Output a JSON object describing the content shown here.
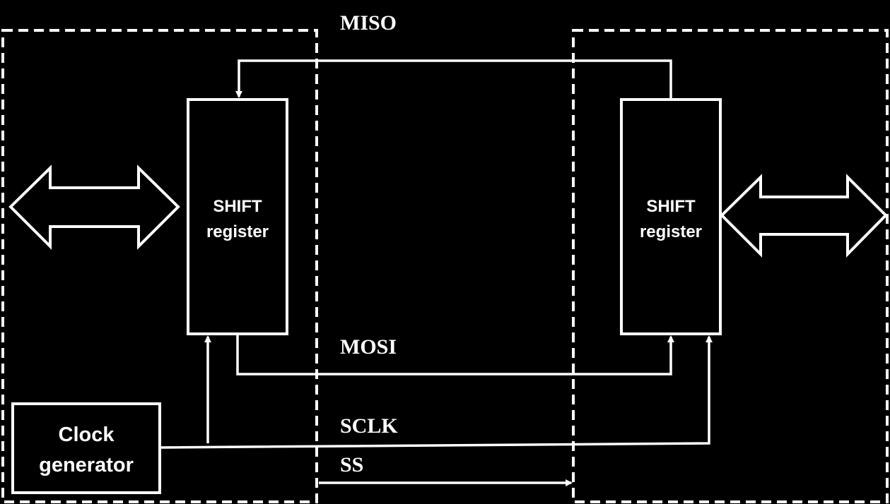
{
  "signals": {
    "miso": "MISO",
    "mosi": "MOSI",
    "sclk": "SCLK",
    "ss": "SS"
  },
  "master": {
    "shift_register": {
      "line1": "SHIFT",
      "line2": "register"
    },
    "clock_generator": {
      "line1": "Clock",
      "line2": "generator"
    }
  },
  "slave": {
    "shift_register": {
      "line1": "SHIFT",
      "line2": "register"
    }
  },
  "colors": {
    "background": "#000000",
    "foreground": "#ffffff"
  }
}
